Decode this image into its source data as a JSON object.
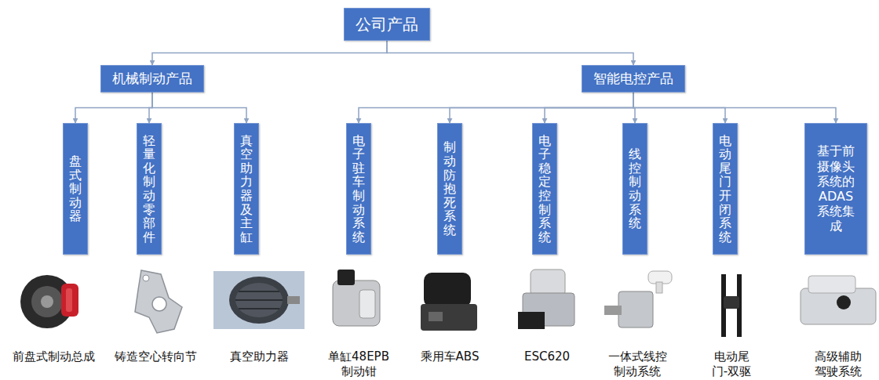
{
  "diagram": {
    "nodes": [
      {
        "text": [
          "公司产品"
        ]
      },
      {
        "text": [
          "机械制动产品"
        ]
      },
      {
        "text": [
          "智能电控产品"
        ]
      },
      {
        "text": [
          "盘式制动器"
        ]
      },
      {
        "text": [
          "轻量化制动零部件"
        ]
      },
      {
        "text": [
          "真空助力器及主缸"
        ]
      },
      {
        "text": [
          "电子驻车制动系统"
        ]
      },
      {
        "text": [
          "制动防抱死系统"
        ]
      },
      {
        "text": [
          "电子稳定控制系统"
        ]
      },
      {
        "text": [
          "线控制动系统"
        ]
      },
      {
        "text": [
          "电动尾门开闭系统"
        ]
      },
      {
        "text": [
          "基于前摄像头系统的ADAS系统集成"
        ]
      }
    ],
    "edges": [
      {
        "from": 0,
        "to": 1,
        "arrow": "to"
      },
      {
        "from": 0,
        "to": 2,
        "arrow": "to"
      },
      {
        "from": 1,
        "to": 3,
        "arrow": "to"
      },
      {
        "from": 1,
        "to": 4,
        "arrow": "to"
      },
      {
        "from": 1,
        "to": 5,
        "arrow": "to"
      },
      {
        "from": 2,
        "to": 6,
        "arrow": "to"
      },
      {
        "from": 2,
        "to": 7,
        "arrow": "to"
      },
      {
        "from": 2,
        "to": 8,
        "arrow": "to"
      },
      {
        "from": 2,
        "to": 9,
        "arrow": "to"
      },
      {
        "from": 2,
        "to": 10,
        "arrow": "to"
      },
      {
        "from": 2,
        "to": 11,
        "arrow": "to"
      }
    ],
    "labels": [
      "前盘式制动总成",
      "铸造空心转向节",
      "真空助力器",
      "单缸48EPB 制动钳",
      "乘用车ABS",
      "ESC620",
      "一体式线控 制动系统",
      "电动尾 门-双驱",
      "高级辅助 驾驶系统"
    ]
  }
}
